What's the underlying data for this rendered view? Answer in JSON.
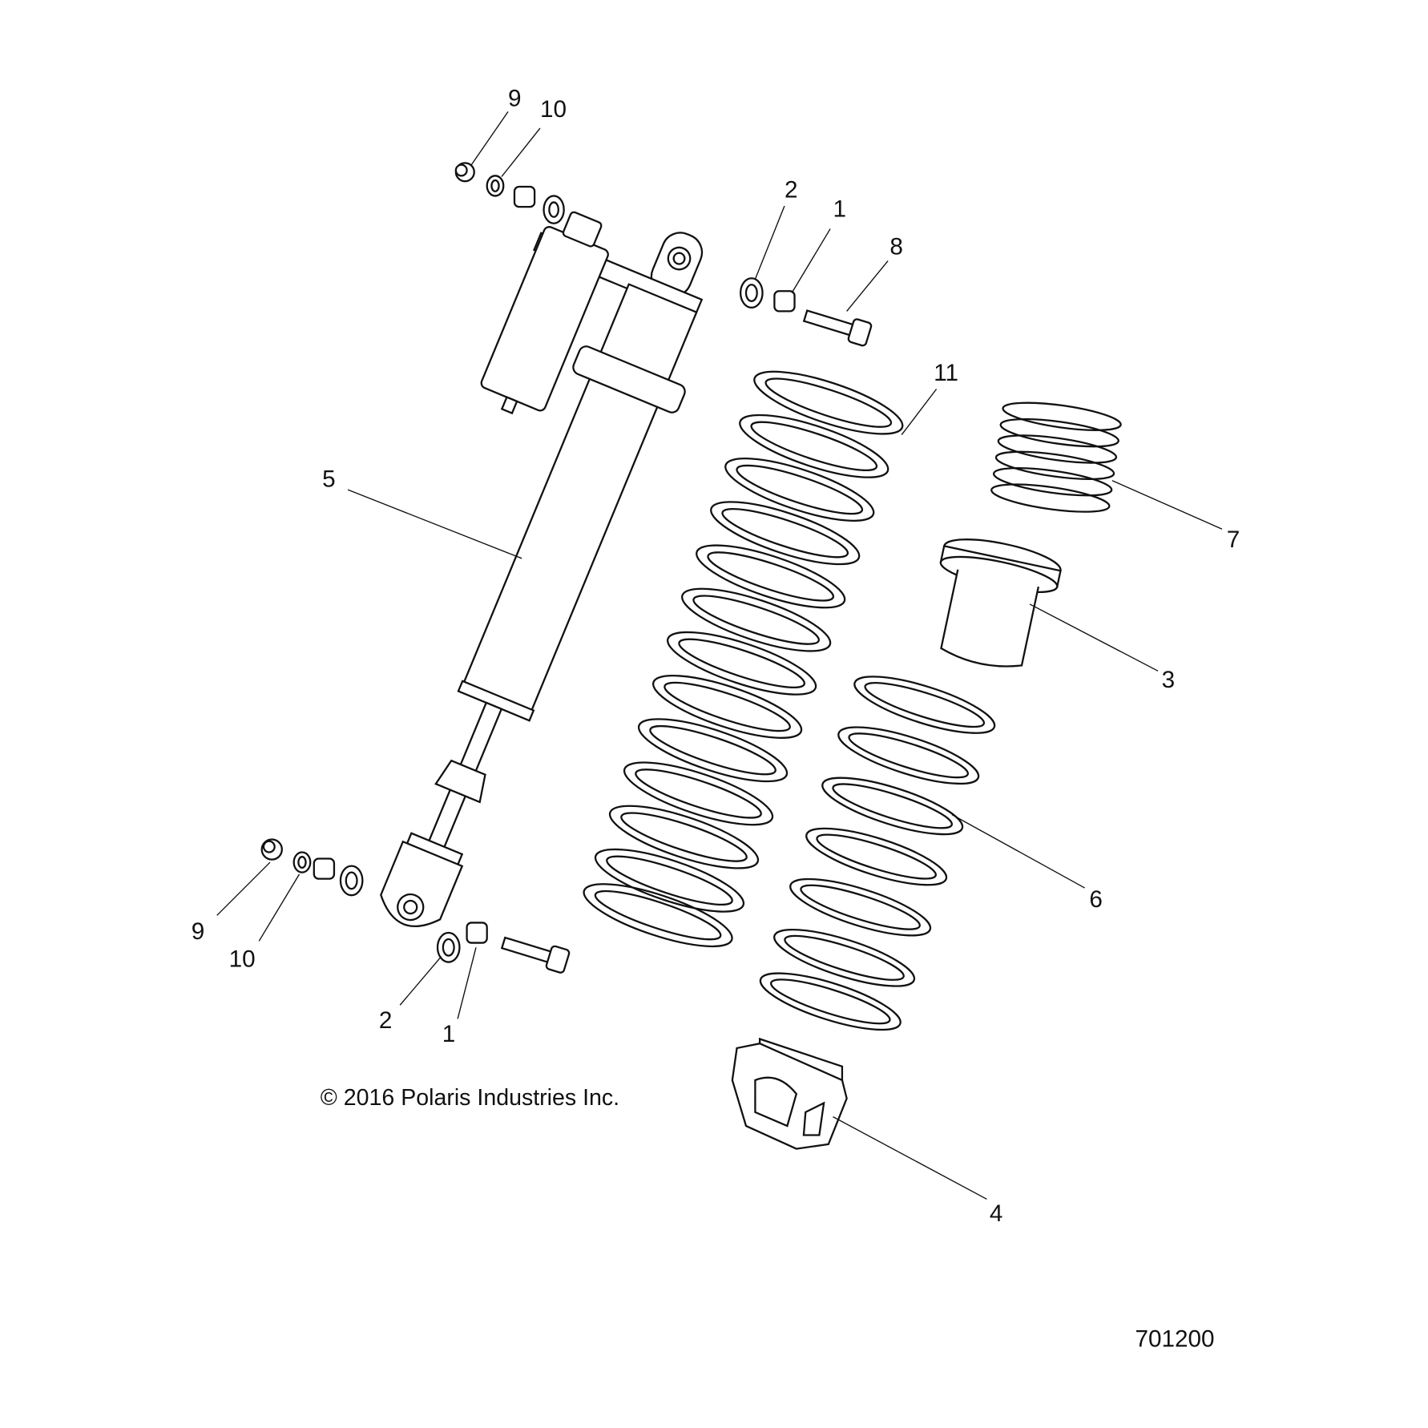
{
  "diagram": {
    "callouts": [
      "9",
      "10",
      "2",
      "1",
      "8",
      "11",
      "5",
      "7",
      "3",
      "6",
      "4",
      "9",
      "10",
      "2",
      "1"
    ],
    "copyright": "© 2016 Polaris Industries Inc.",
    "figure_number": "701200",
    "colors": {
      "ink": "#111111",
      "background": "#ffffff"
    }
  }
}
